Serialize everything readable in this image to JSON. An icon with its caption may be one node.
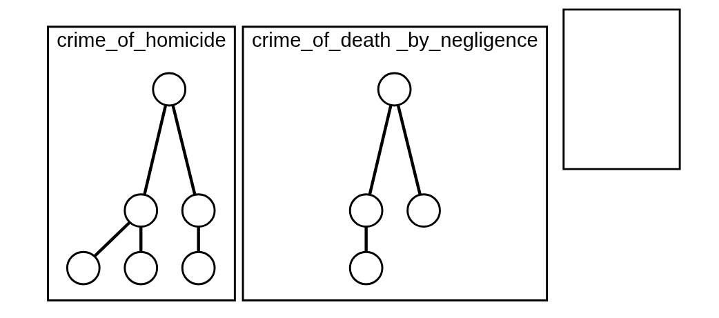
{
  "diagram": {
    "nodes": [
      {
        "text": [
          "crime_of_homicide"
        ]
      },
      {
        "text": [],
        "shape": "circle",
        "in": 0
      },
      {
        "text": [],
        "shape": "circle",
        "in": 0
      },
      {
        "text": [],
        "shape": "circle",
        "in": 0
      },
      {
        "text": [],
        "shape": "circle",
        "in": 0
      },
      {
        "text": [],
        "shape": "circle",
        "in": 0
      },
      {
        "text": [],
        "shape": "circle",
        "in": 0
      },
      {
        "text": [
          "crime_of_death _by_negligence"
        ]
      },
      {
        "text": [],
        "shape": "circle",
        "in": 7
      },
      {
        "text": [],
        "shape": "circle",
        "in": 7
      },
      {
        "text": [],
        "shape": "circle",
        "in": 7
      },
      {
        "text": [],
        "shape": "circle",
        "in": 7
      },
      {
        "text": [],
        "shape": "box"
      }
    ],
    "edges": [
      {
        "from": 1,
        "to": 2,
        "arrow": "none"
      },
      {
        "from": 1,
        "to": 3,
        "arrow": "none"
      },
      {
        "from": 2,
        "to": 4,
        "arrow": "none"
      },
      {
        "from": 2,
        "to": 5,
        "arrow": "none"
      },
      {
        "from": 3,
        "to": 6,
        "arrow": "none"
      },
      {
        "from": 8,
        "to": 9,
        "arrow": "none"
      },
      {
        "from": 8,
        "to": 10,
        "arrow": "none"
      },
      {
        "from": 9,
        "to": 11,
        "arrow": "none"
      }
    ]
  }
}
